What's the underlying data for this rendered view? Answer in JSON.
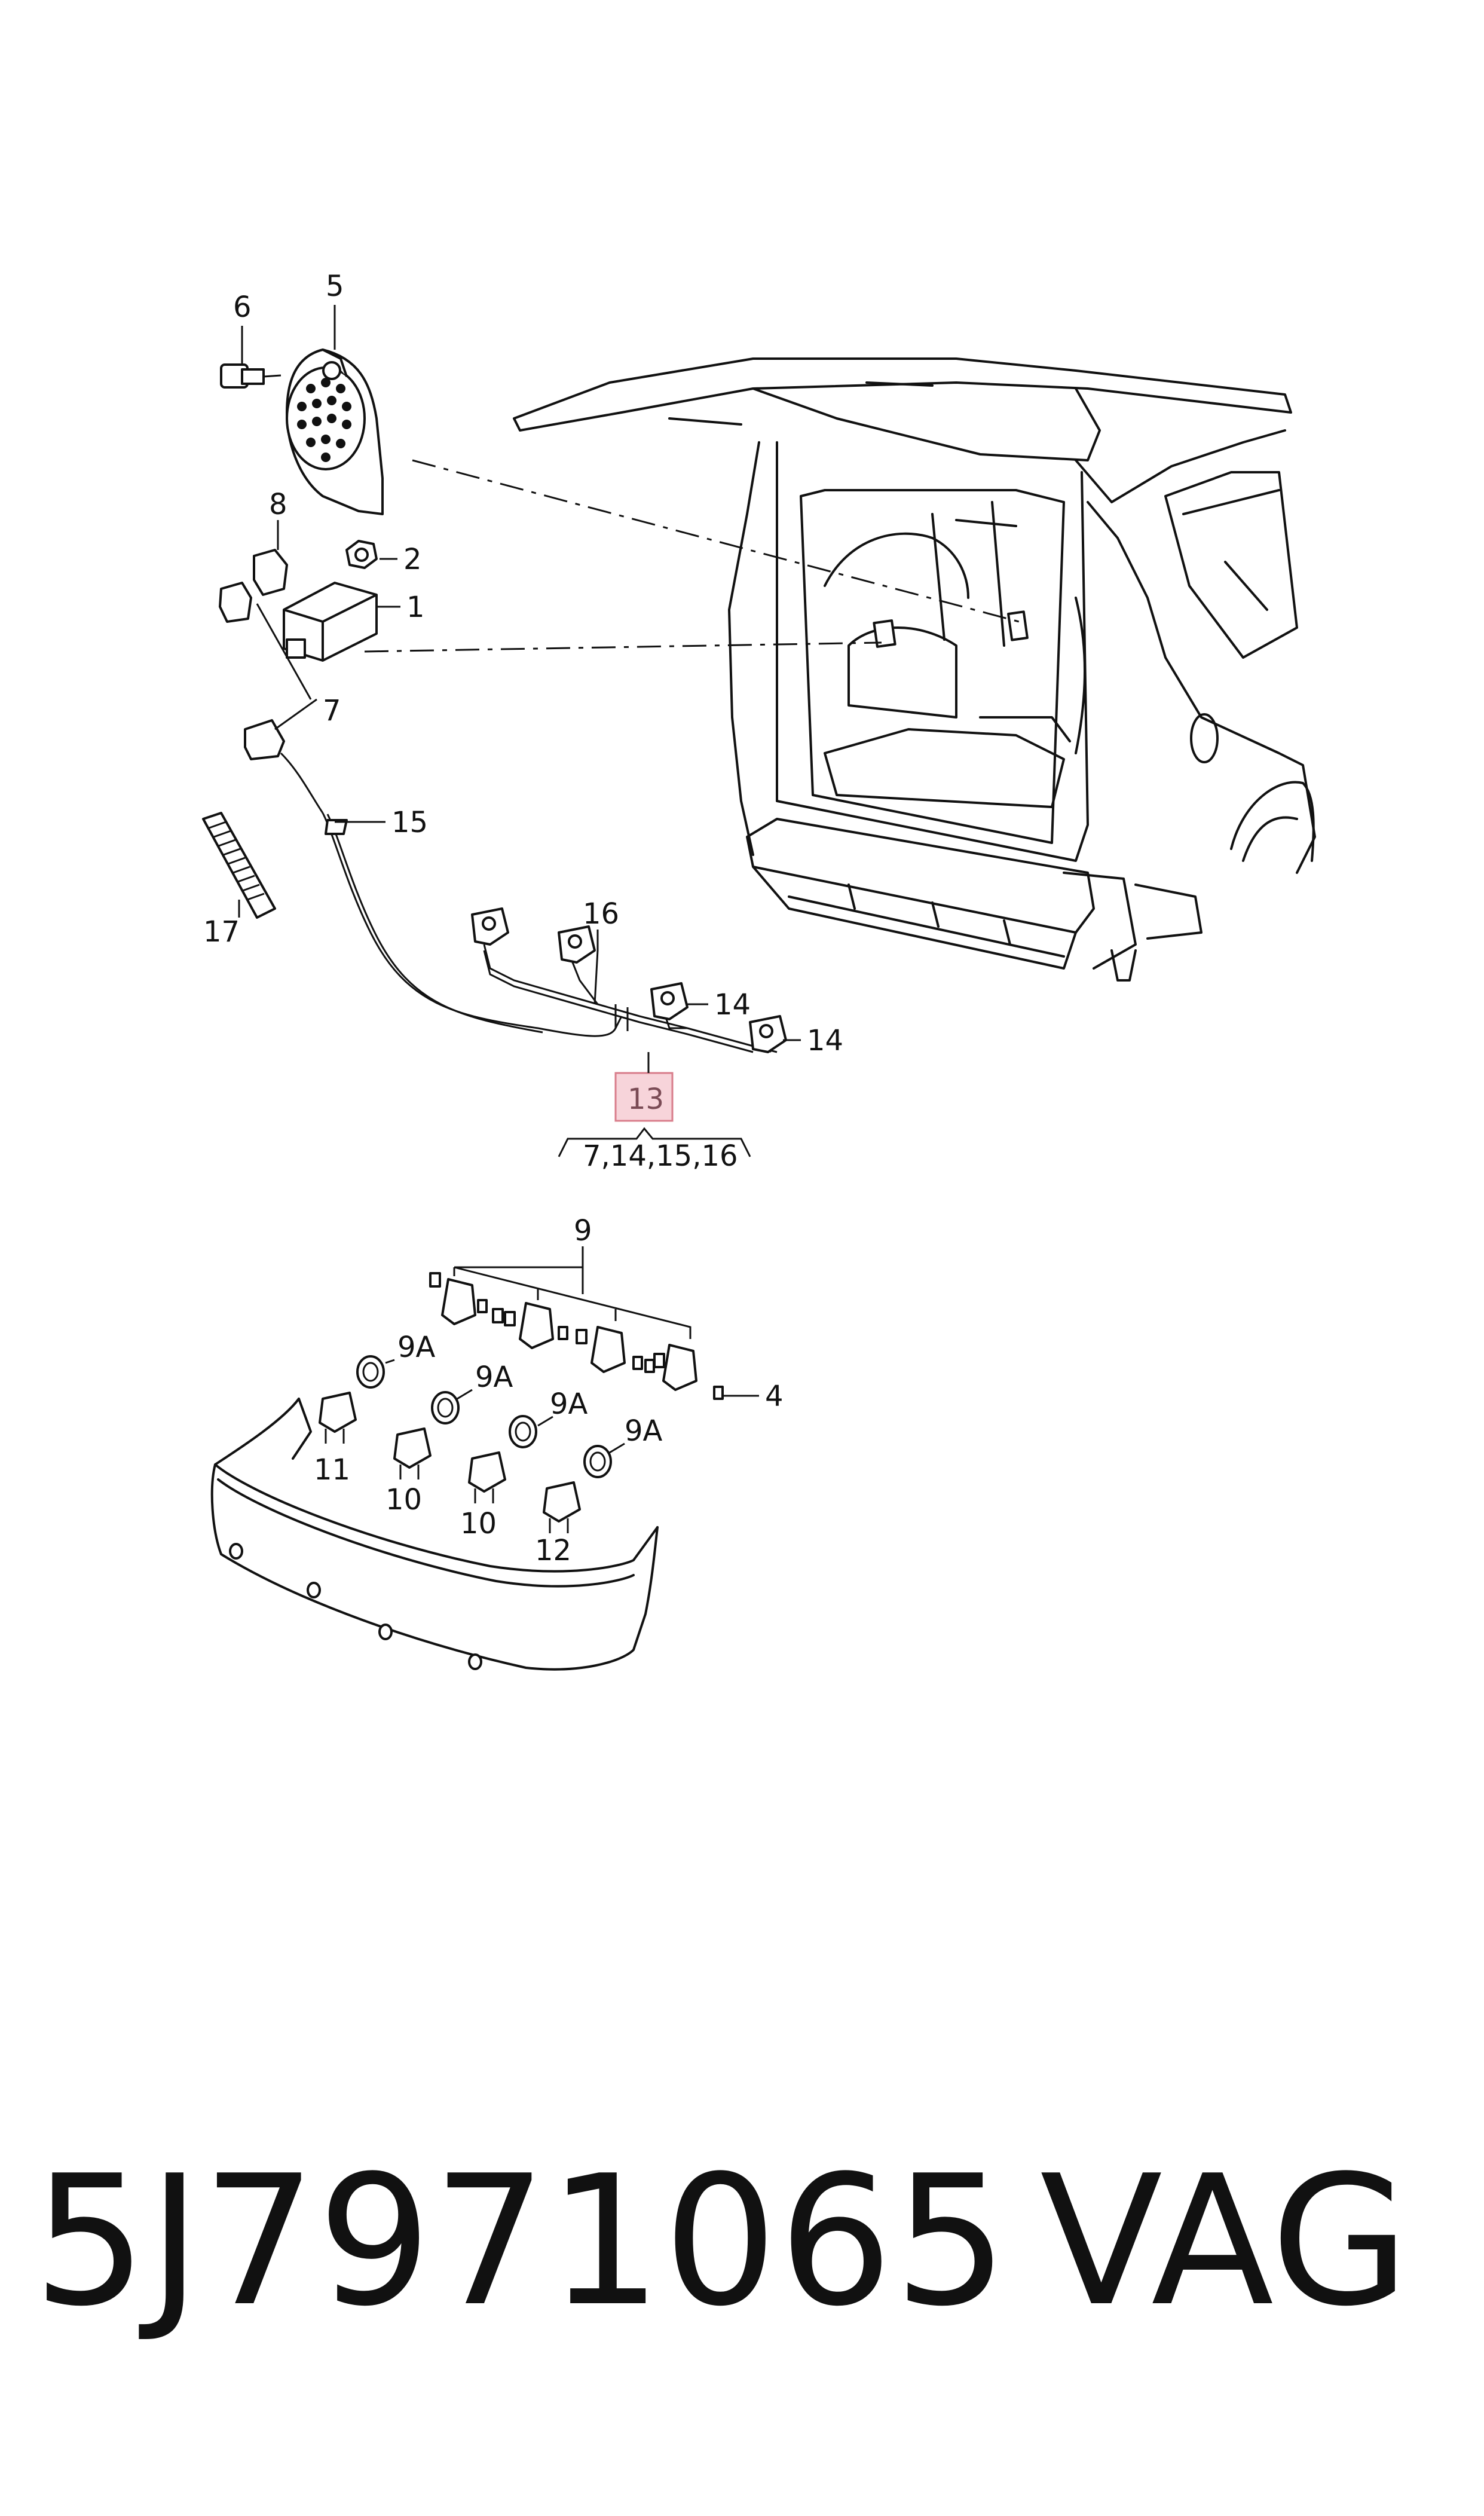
{
  "diagram": {
    "callouts": {
      "c1": "1",
      "c2": "2",
      "c4": "4",
      "c5": "5",
      "c6": "6",
      "c7": "7",
      "c8": "8",
      "c9": "9",
      "c9a_1": "9A",
      "c9a_2": "9A",
      "c9a_3": "9A",
      "c9a_4": "9A",
      "c10_1": "10",
      "c10_2": "10",
      "c11": "11",
      "c12": "12",
      "c13": "13",
      "c13_includes": "7,14,15,16",
      "c14_1": "14",
      "c14_2": "14",
      "c15": "15",
      "c16": "16",
      "c17": "17"
    },
    "highlight_color": "#f7d4da",
    "highlight_border": "#d87d8b"
  },
  "footer": {
    "part_number": "5J7971065",
    "brand": "VAG"
  }
}
